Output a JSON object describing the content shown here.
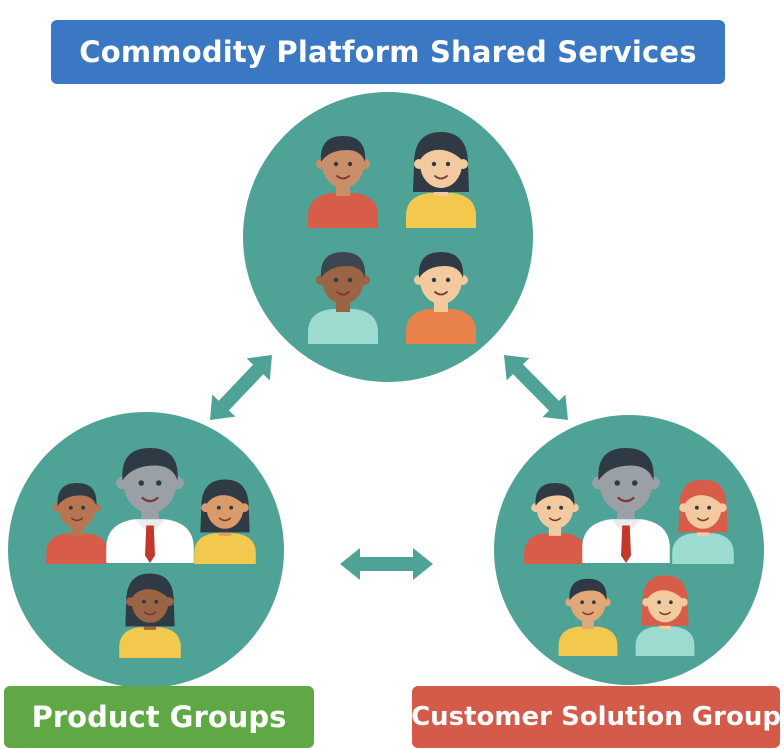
{
  "labels": {
    "top": "Commodity Platform  Shared Services",
    "left": "Product Groups",
    "right": "Customer Solution Group"
  },
  "colors": {
    "top_banner": "#3b78c3",
    "left_banner": "#60a745",
    "right_banner": "#d45a49",
    "group_circle": "#4fa396",
    "arrow": "#4fa396"
  },
  "groups": [
    {
      "name": "platform-team",
      "people": [
        {
          "skin": "#c98e6a",
          "hair": "#2f3a45",
          "shirt": "#d85c4a",
          "style": "short"
        },
        {
          "skin": "#f3c9a0",
          "hair": "#2f3a45",
          "shirt": "#f2c94c",
          "style": "long"
        },
        {
          "skin": "#9a6445",
          "hair": "#3b4650",
          "shirt": "#9ddbd0",
          "style": "short"
        },
        {
          "skin": "#f3c9a0",
          "hair": "#2f3a45",
          "shirt": "#e8824a",
          "style": "short"
        }
      ]
    },
    {
      "name": "product-groups-team",
      "people": [
        {
          "skin": "#b87552",
          "hair": "#2f3a45",
          "shirt": "#d85c4a",
          "style": "short"
        },
        {
          "skin": "#9aa0a6",
          "hair": "#2f3a45",
          "shirt": "#ffffff",
          "style": "manager"
        },
        {
          "skin": "#d99a6c",
          "hair": "#2f3a45",
          "shirt": "#f2c94c",
          "style": "long"
        },
        {
          "skin": "#9a6445",
          "hair": "#2f3a45",
          "shirt": "#f2c94c",
          "style": "long"
        }
      ]
    },
    {
      "name": "customer-solution-team",
      "people": [
        {
          "skin": "#f3c9a0",
          "hair": "#2f3a45",
          "shirt": "#d85c4a",
          "style": "short"
        },
        {
          "skin": "#9aa0a6",
          "hair": "#2f3a45",
          "shirt": "#ffffff",
          "style": "manager"
        },
        {
          "skin": "#f3c9a0",
          "hair": "#d85c4a",
          "shirt": "#9ddbd0",
          "style": "long"
        },
        {
          "skin": "#e0a878",
          "hair": "#2f3a45",
          "shirt": "#f2c94c",
          "style": "short"
        },
        {
          "skin": "#f3c9a0",
          "hair": "#d85c4a",
          "shirt": "#9ddbd0",
          "style": "long"
        }
      ]
    }
  ],
  "connections": [
    {
      "from": "platform-team",
      "to": "product-groups-team",
      "direction": "bidirectional"
    },
    {
      "from": "platform-team",
      "to": "customer-solution-team",
      "direction": "bidirectional"
    },
    {
      "from": "product-groups-team",
      "to": "customer-solution-team",
      "direction": "bidirectional"
    }
  ]
}
